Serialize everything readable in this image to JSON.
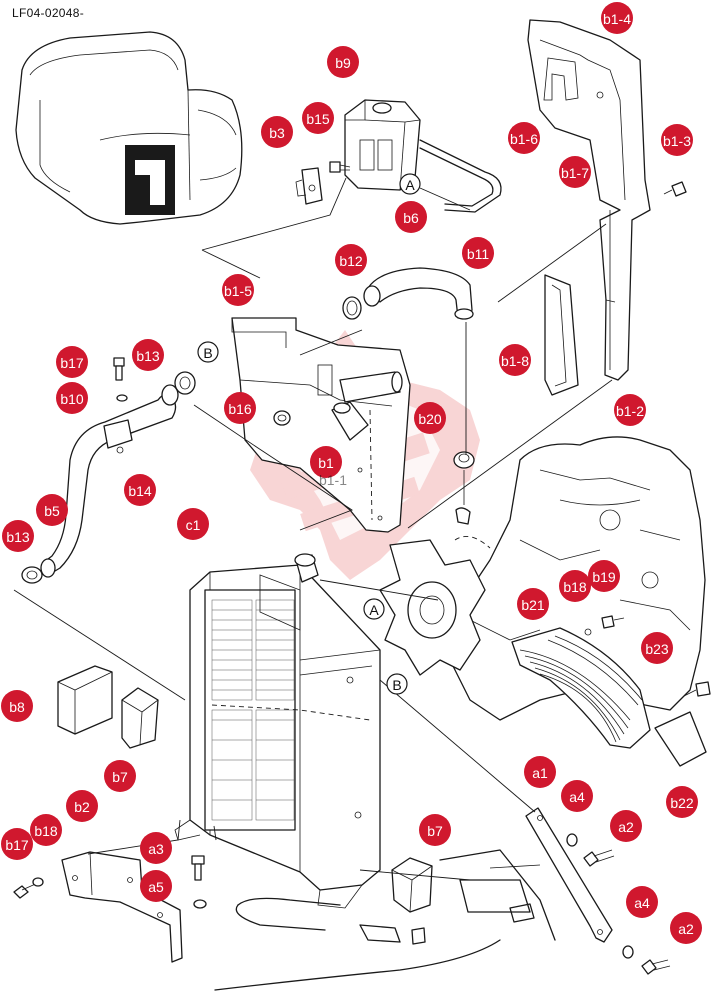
{
  "document": {
    "code": "LF04-02048-"
  },
  "callout_color": "#d0182e",
  "watermark_color": "#f3b3b3",
  "refs": {
    "a": "A",
    "b": "B"
  },
  "callouts": {
    "b1_4": "b1-4",
    "b9": "b9",
    "b15": "b15",
    "b3": "b3",
    "b1_6": "b1-6",
    "b1_3": "b1-3",
    "b1_7": "b1-7",
    "b6": "b6",
    "b11": "b11",
    "b12": "b12",
    "b1_5": "b1-5",
    "b17_top": "b17",
    "b13_top": "b13",
    "b10": "b10",
    "b1_8": "b1-8",
    "b16": "b16",
    "b20": "b20",
    "b1_2": "b1-2",
    "b14": "b14",
    "b1": "b1",
    "b1_1": "b1-1",
    "b5": "b5",
    "c1": "c1",
    "b13_low": "b13",
    "b18_right": "b18",
    "b19": "b19",
    "b21": "b21",
    "b23": "b23",
    "b8": "b8",
    "b7_left": "b7",
    "a1": "a1",
    "a4_top": "a4",
    "b22": "b22",
    "a2_top": "a2",
    "b2": "b2",
    "b17_bottom": "b17",
    "b18_bottom": "b18",
    "a3": "a3",
    "b7_bottom": "b7",
    "a5": "a5",
    "a4_bottom": "a4",
    "a2_bottom": "a2"
  }
}
